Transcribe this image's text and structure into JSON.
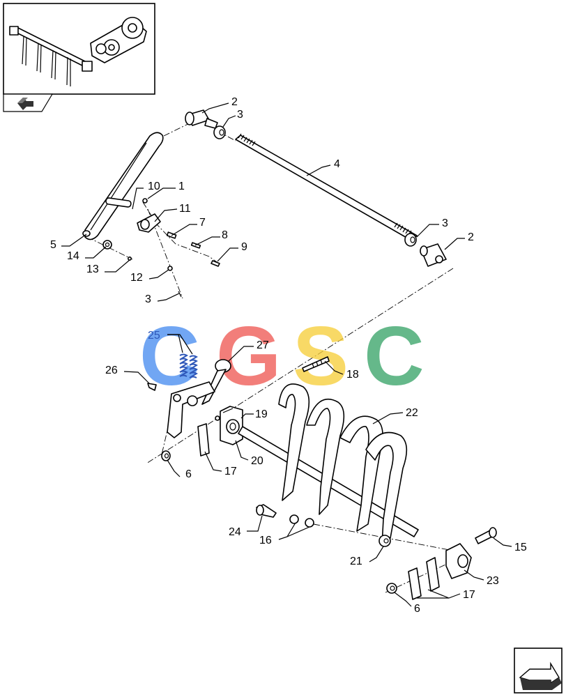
{
  "callouts": {
    "c2a": "2",
    "c3a": "3",
    "c4": "4",
    "c10": "10",
    "c1": "1",
    "c11": "11",
    "c7": "7",
    "c8": "8",
    "c9": "9",
    "c5": "5",
    "c14": "14",
    "c13": "13",
    "c12": "12",
    "c3b": "3",
    "c3c": "3",
    "c2b": "2",
    "c25": "25",
    "c27": "27",
    "c26": "26",
    "c18": "18",
    "c19": "19",
    "c22": "22",
    "c6a": "6",
    "c17a": "17",
    "c20": "20",
    "c24": "24",
    "c16": "16",
    "c21": "21",
    "c15": "15",
    "c23": "23",
    "c17b": "17",
    "c6b": "6"
  },
  "watermark": {
    "letters": [
      "C",
      "G",
      "S",
      "C"
    ],
    "colors": [
      "#4a8ef0",
      "#ef5b56",
      "#f7cf3c",
      "#3aa56a"
    ]
  },
  "icons": {
    "overview": "assembly-overview-thumbnail",
    "nav_back": "back-arrow-icon",
    "nav_next": "next-arrow-icon"
  }
}
